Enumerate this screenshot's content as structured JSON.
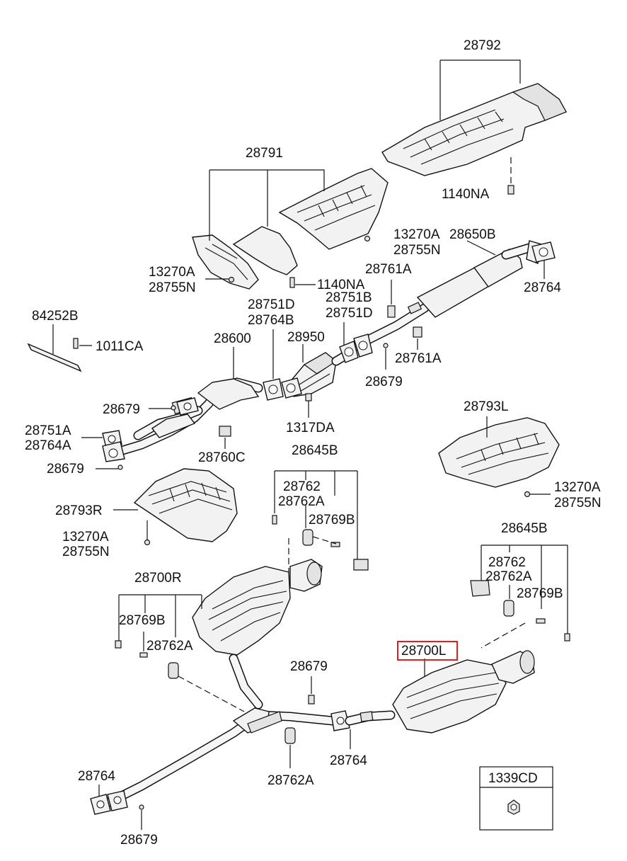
{
  "diagram": {
    "callouts": {
      "c28792": "28792",
      "c1140na_top": "1140NA",
      "c28791": "28791",
      "c13270a_mid": "13270A",
      "c28755n_mid": "28755N",
      "c28650b": "28650B",
      "c13270a_left": "13270A",
      "c28755n_left": "28755N",
      "c1140na_mid": "1140NA",
      "c28761a_top": "28761A",
      "c28764_right": "28764",
      "c84252b": "84252B",
      "c1011ca": "1011CA",
      "c28751d_a": "28751D",
      "c28764b": "28764B",
      "c28751b": "28751B",
      "c28751d_b": "28751D",
      "c28600": "28600",
      "c28950": "28950",
      "c28761a_bot": "28761A",
      "c28679_a": "28679",
      "c28679_b": "28679",
      "c28751a": "28751A",
      "c28764a": "28764A",
      "c1317da": "1317DA",
      "c28760c": "28760C",
      "c28679_c": "28679",
      "c28793l": "28793L",
      "c28645b_top": "28645B",
      "c13270a_r": "13270A",
      "c28755n_r": "28755N",
      "c28762_a": "28762",
      "c28762a_a": "28762A",
      "c28793r": "28793R",
      "c28769b_a": "28769B",
      "c13270a_b": "13270A",
      "c28755n_b": "28755N",
      "c28645b_right": "28645B",
      "c28700r": "28700R",
      "c28762_b": "28762",
      "c28762a_b": "28762A",
      "c28769b_b": "28769B",
      "c28769b_c": "28769B",
      "c28762a_c": "28762A",
      "c28700l": "28700L",
      "c28679_d": "28679",
      "c28764_b": "28764",
      "c28762a_d": "28762A",
      "c28764_c": "28764",
      "c28679_e": "28679",
      "c1339cd": "1339CD"
    },
    "highlight_color": "#e02020"
  }
}
